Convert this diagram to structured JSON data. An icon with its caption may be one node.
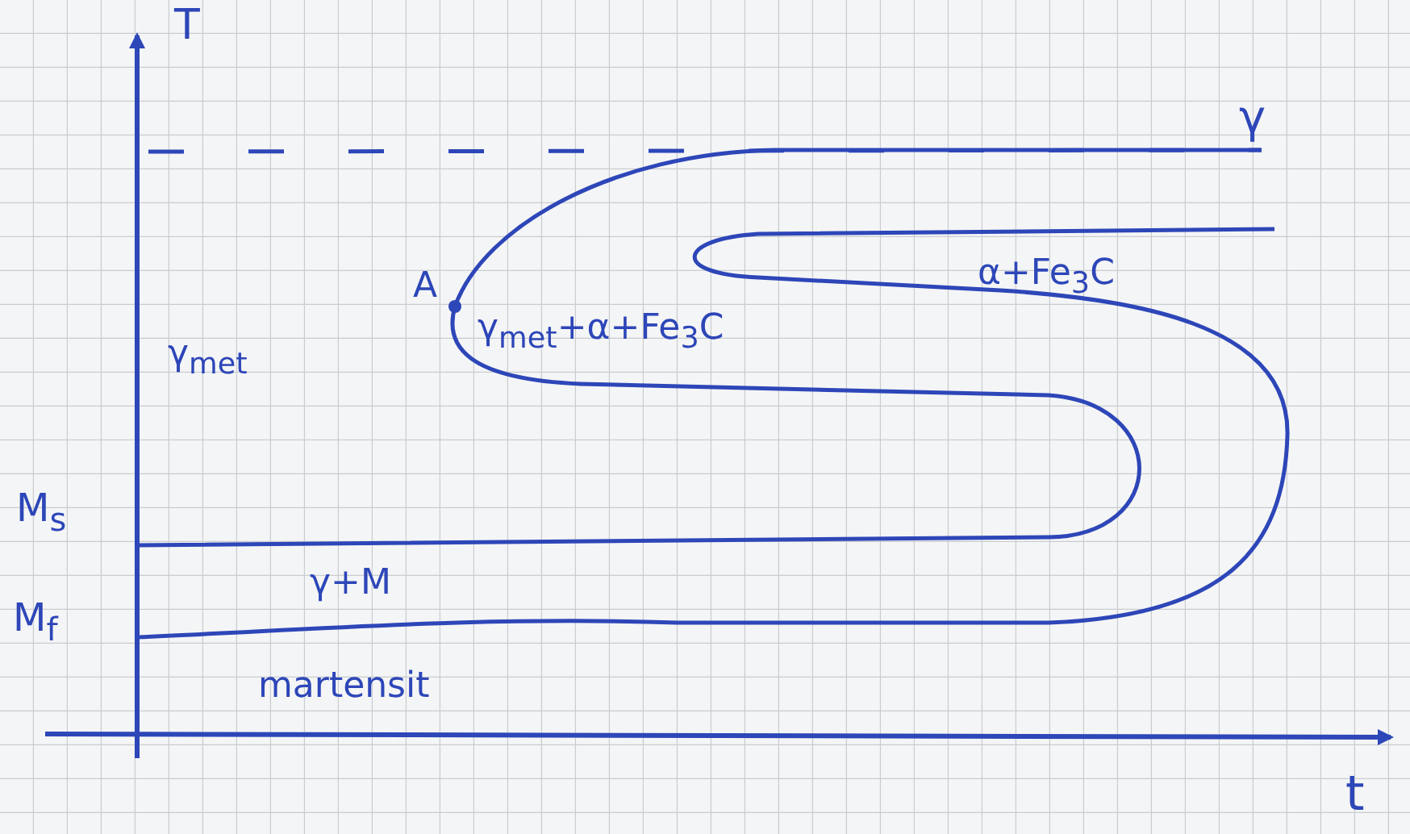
{
  "diagram": {
    "labels": [
      "T",
      "γ",
      "A",
      "γ$_{met}$",
      "γ$_{met}$+α+Fe$_{3}$C",
      "α+Fe$_{3}$C",
      "M$_{s}$",
      "γ+M",
      "M$_{f}$",
      "martensit",
      "t"
    ]
  }
}
